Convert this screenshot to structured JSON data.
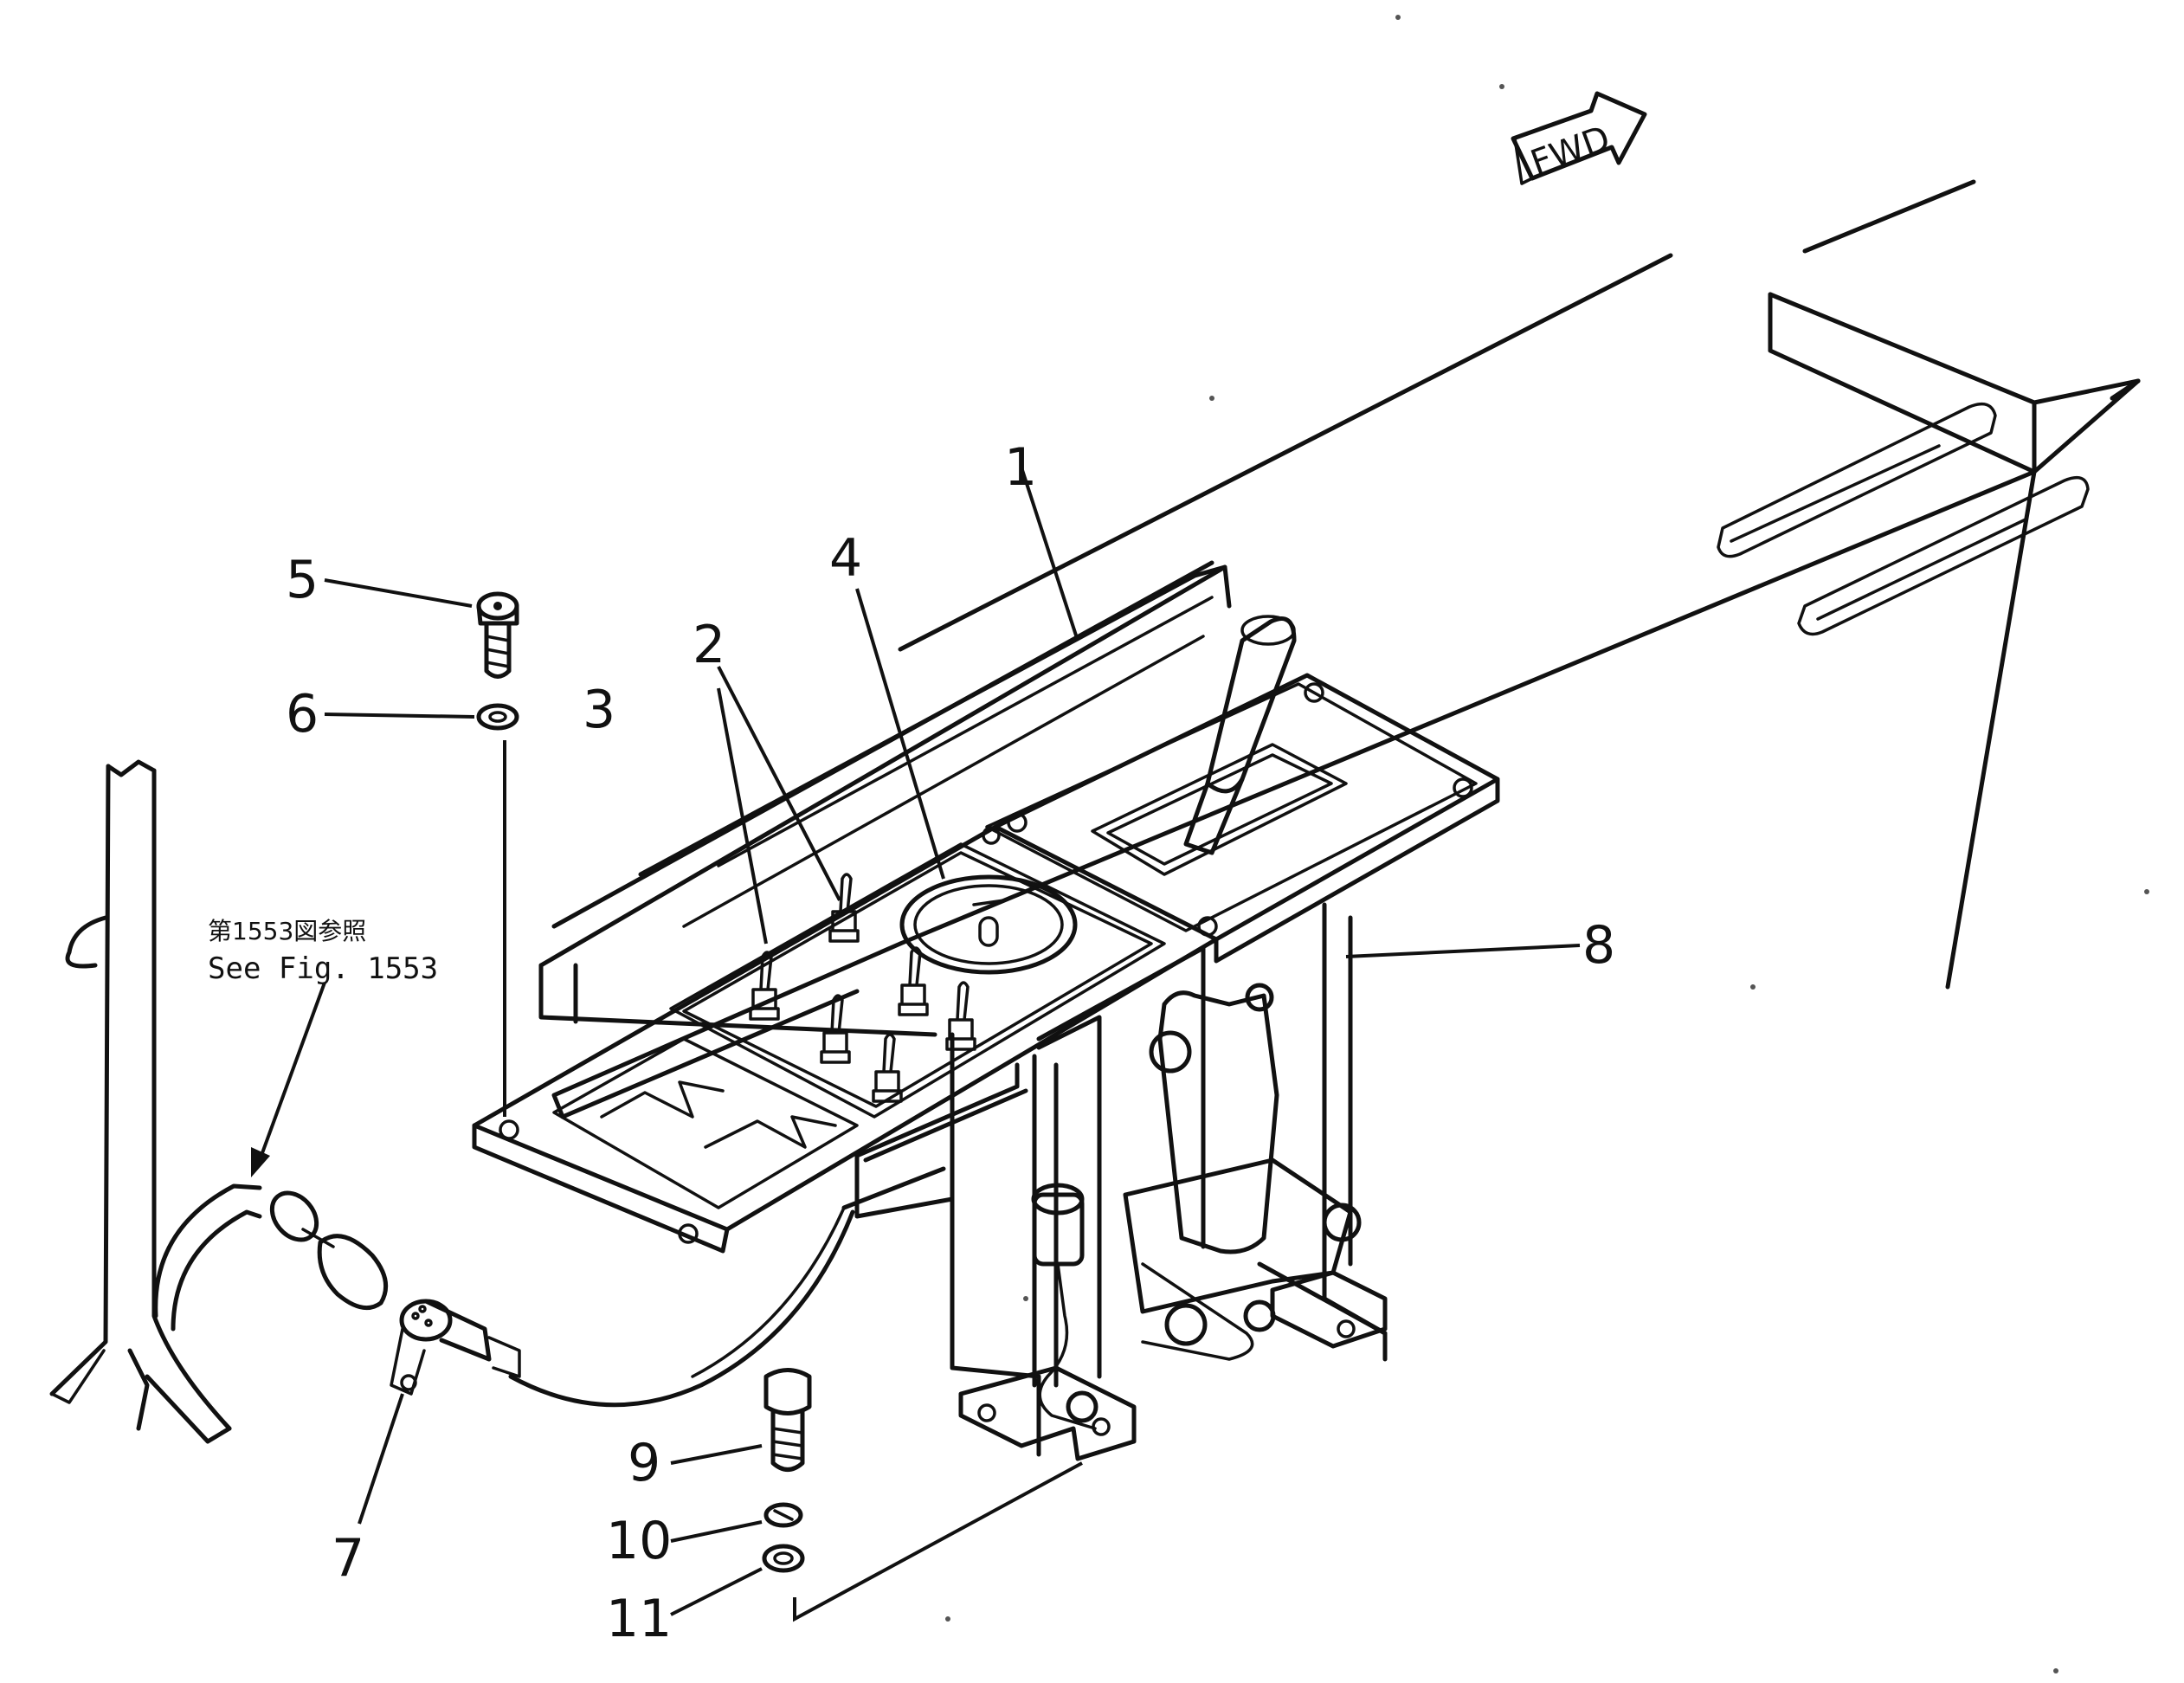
{
  "diagram": {
    "direction_marker": "FWD",
    "reference_note": {
      "japanese": "第1553図参照",
      "english": "See Fig. 1553"
    },
    "callouts": [
      {
        "id": "1",
        "label": "1"
      },
      {
        "id": "2",
        "label": "2"
      },
      {
        "id": "3",
        "label": "3"
      },
      {
        "id": "4",
        "label": "4"
      },
      {
        "id": "5",
        "label": "5"
      },
      {
        "id": "6",
        "label": "6"
      },
      {
        "id": "7",
        "label": "7"
      },
      {
        "id": "8",
        "label": "8"
      },
      {
        "id": "9",
        "label": "9"
      },
      {
        "id": "10",
        "label": "10"
      },
      {
        "id": "11",
        "label": "11"
      }
    ]
  }
}
